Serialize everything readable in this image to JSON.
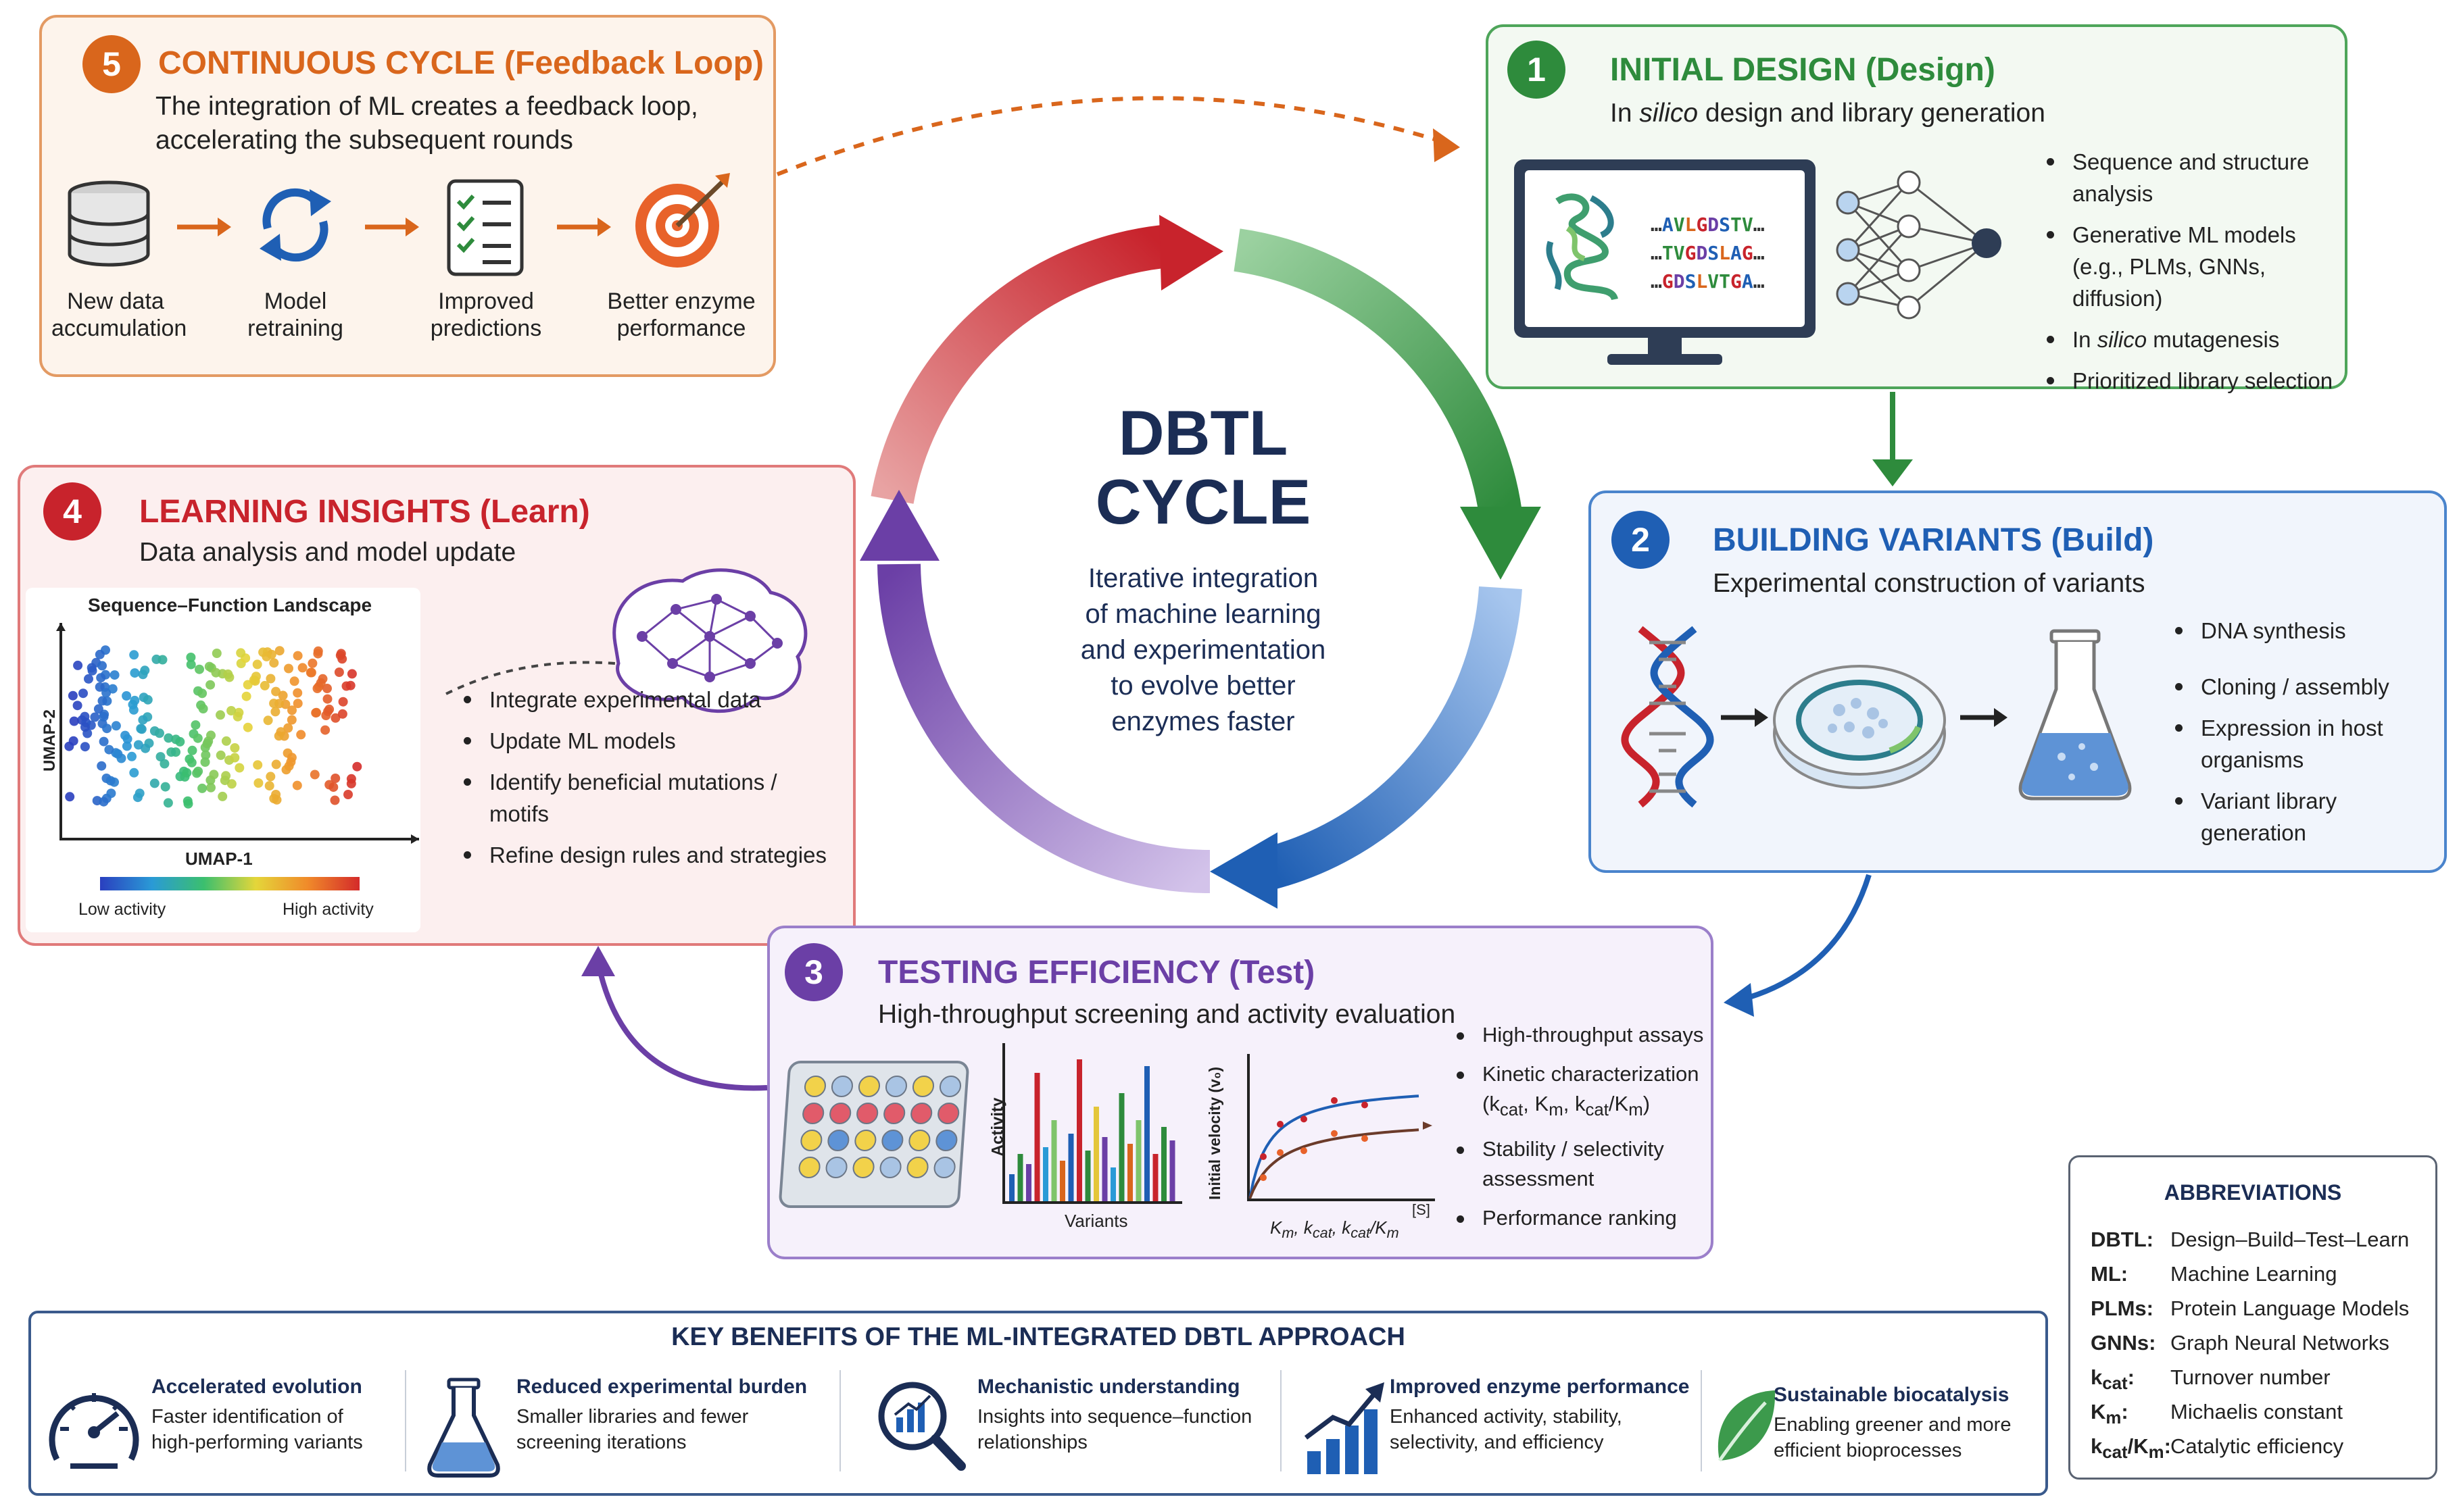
{
  "colors": {
    "orange": "#d9661c",
    "green": "#2e8b3c",
    "blue": "#1f5fb4",
    "purple": "#6b3fa6",
    "red": "#c8232c",
    "navy": "#1b2d55"
  },
  "center": {
    "title_line1": "DBTL",
    "title_line2": "CYCLE",
    "desc": [
      "Iterative integration",
      "of machine learning",
      "and experimentation",
      "to evolve better",
      "enzymes faster"
    ]
  },
  "panel5": {
    "number": "5",
    "title": "CONTINUOUS CYCLE (Feedback Loop)",
    "desc_line1": "The integration of ML creates a feedback loop,",
    "desc_line2": "accelerating the subsequent rounds",
    "steps": [
      {
        "icon": "database-icon",
        "line1": "New data",
        "line2": "accumulation"
      },
      {
        "icon": "refresh-icon",
        "line1": "Model",
        "line2": "retraining"
      },
      {
        "icon": "checklist-icon",
        "line1": "Improved",
        "line2": "predictions"
      },
      {
        "icon": "target-icon",
        "line1": "Better enzyme",
        "line2": "performance"
      }
    ]
  },
  "panel1": {
    "number": "1",
    "title": "INITIAL DESIGN (Design)",
    "sub_pre": "In ",
    "sub_em": "silico",
    "sub_post": " design and library generation",
    "sequences": [
      [
        "…",
        "A",
        "V",
        "L",
        "G",
        "D",
        "S",
        "T",
        "V",
        "…"
      ],
      [
        "…",
        "T",
        "V",
        "G",
        "D",
        "S",
        "L",
        "A",
        "G",
        "…"
      ],
      [
        "…",
        "G",
        "D",
        "S",
        "L",
        "V",
        "T",
        "G",
        "A",
        "…"
      ]
    ],
    "bullets": [
      {
        "pre": "Sequence and structure analysis",
        "em": "",
        "post": ""
      },
      {
        "pre": "Generative ML models (e.g., PLMs, GNNs, diffusion)",
        "em": "",
        "post": ""
      },
      {
        "pre": "In ",
        "em": "silico",
        "post": " mutagenesis"
      },
      {
        "pre": "Prioritized library selection",
        "em": "",
        "post": ""
      }
    ]
  },
  "panel2": {
    "number": "2",
    "title": "BUILDING VARIANTS (Build)",
    "sub": "Experimental construction of variants",
    "bullets": [
      "DNA synthesis",
      "Cloning / assembly",
      "Expression in host organisms",
      "Variant library generation"
    ]
  },
  "panel3": {
    "number": "3",
    "title": "TESTING EFFICIENCY (Test)",
    "sub": "High-throughput screening and activity evaluation",
    "bar_ylabel": "Activity",
    "bar_xlabel": "Variants",
    "kin_ylabel": "Initial velocity (v₀)",
    "kin_xunit": "[S]",
    "kin_xlabel_parts": {
      "km": "K",
      "km_sub": "m",
      "kcat": "k",
      "kcat_sub": "cat",
      "ratio_k": "k",
      "ratio_sub": "cat",
      "ratio_slash": "/K",
      "ratio_sub2": "m"
    },
    "bullets": [
      {
        "text": "High-throughput assays"
      },
      {
        "text": "Kinetic characterization",
        "formula": "(k<sub>cat</sub>, K<sub>m</sub>, k<sub>cat</sub>/K<sub>m</sub>)"
      },
      {
        "text": "Stability / selectivity assessment"
      },
      {
        "text": "Performance ranking"
      }
    ]
  },
  "panel4": {
    "number": "4",
    "title": "LEARNING INSIGHTS (Learn)",
    "sub": "Data analysis and model update",
    "plot_title": "Sequence–Function Landscape",
    "ylabel": "UMAP-2",
    "xlabel": "UMAP-1",
    "low": "Low activity",
    "high": "High activity",
    "bullets": [
      "Integrate experimental data",
      "Update ML models",
      "Identify beneficial mutations / motifs",
      "Refine design rules and strategies"
    ]
  },
  "benefits": {
    "title": "KEY BENEFITS OF THE ML-INTEGRATED DBTL APPROACH",
    "items": [
      {
        "icon": "gauge-icon",
        "title": "Accelerated evolution",
        "desc1": "Faster identification of",
        "desc2": "high-performing variants"
      },
      {
        "icon": "flask-icon",
        "title": "Reduced experimental burden",
        "desc1": "Smaller libraries and fewer",
        "desc2": "screening iterations"
      },
      {
        "icon": "magnifier-chart-icon",
        "title": "Mechanistic understanding",
        "desc1": "Insights into sequence–function",
        "desc2": "relationships"
      },
      {
        "icon": "bar-growth-icon",
        "title": "Improved enzyme performance",
        "desc1": "Enhanced activity, stability,",
        "desc2": "selectivity, and efficiency"
      },
      {
        "icon": "leaf-icon",
        "title": "Sustainable biocatalysis",
        "desc1": "Enabling greener and more",
        "desc2": "efficient bioprocesses"
      }
    ]
  },
  "abbreviations": {
    "title": "ABBREVIATIONS",
    "items": [
      {
        "key": "DBTL:",
        "value": "Design–Build–Test–Learn"
      },
      {
        "key": "ML:",
        "value": "Machine Learning"
      },
      {
        "key": "PLMs:",
        "value": "Protein Language Models"
      },
      {
        "key": "GNNs:",
        "value": "Graph Neural Networks"
      },
      {
        "key": "k<sub>cat</sub>:",
        "value": "Turnover number"
      },
      {
        "key": "K<sub>m</sub>:",
        "value": "Michaelis constant"
      },
      {
        "key": "k<sub>cat</sub>/K<sub>m</sub>:",
        "value": "Catalytic efficiency"
      }
    ]
  }
}
